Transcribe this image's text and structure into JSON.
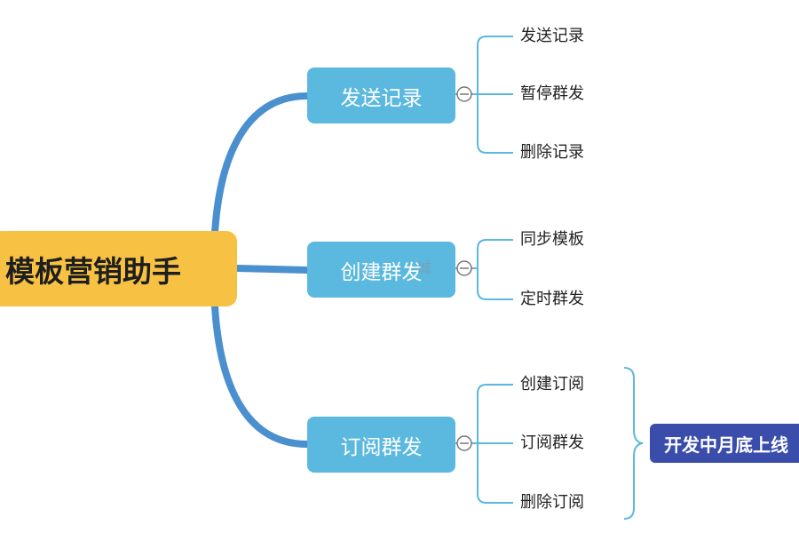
{
  "root": {
    "label": "模板营销助手"
  },
  "branches": [
    {
      "label": "发送记录",
      "children": [
        "发送记录",
        "暂停群发",
        "删除记录"
      ]
    },
    {
      "label": "创建群发",
      "children": [
        "同步模板",
        "定时群发"
      ]
    },
    {
      "label": "订阅群发",
      "children": [
        "创建订阅",
        "订阅群发",
        "删除订阅"
      ]
    }
  ],
  "note": {
    "label": "开发中月底上线"
  },
  "watermark": {
    "text": "城"
  },
  "colors": {
    "root": "#f7c244",
    "branch": "#5bb8de",
    "connector": "#4a90cf",
    "bracket": "#5bb8de",
    "note": "#3a4daa"
  }
}
